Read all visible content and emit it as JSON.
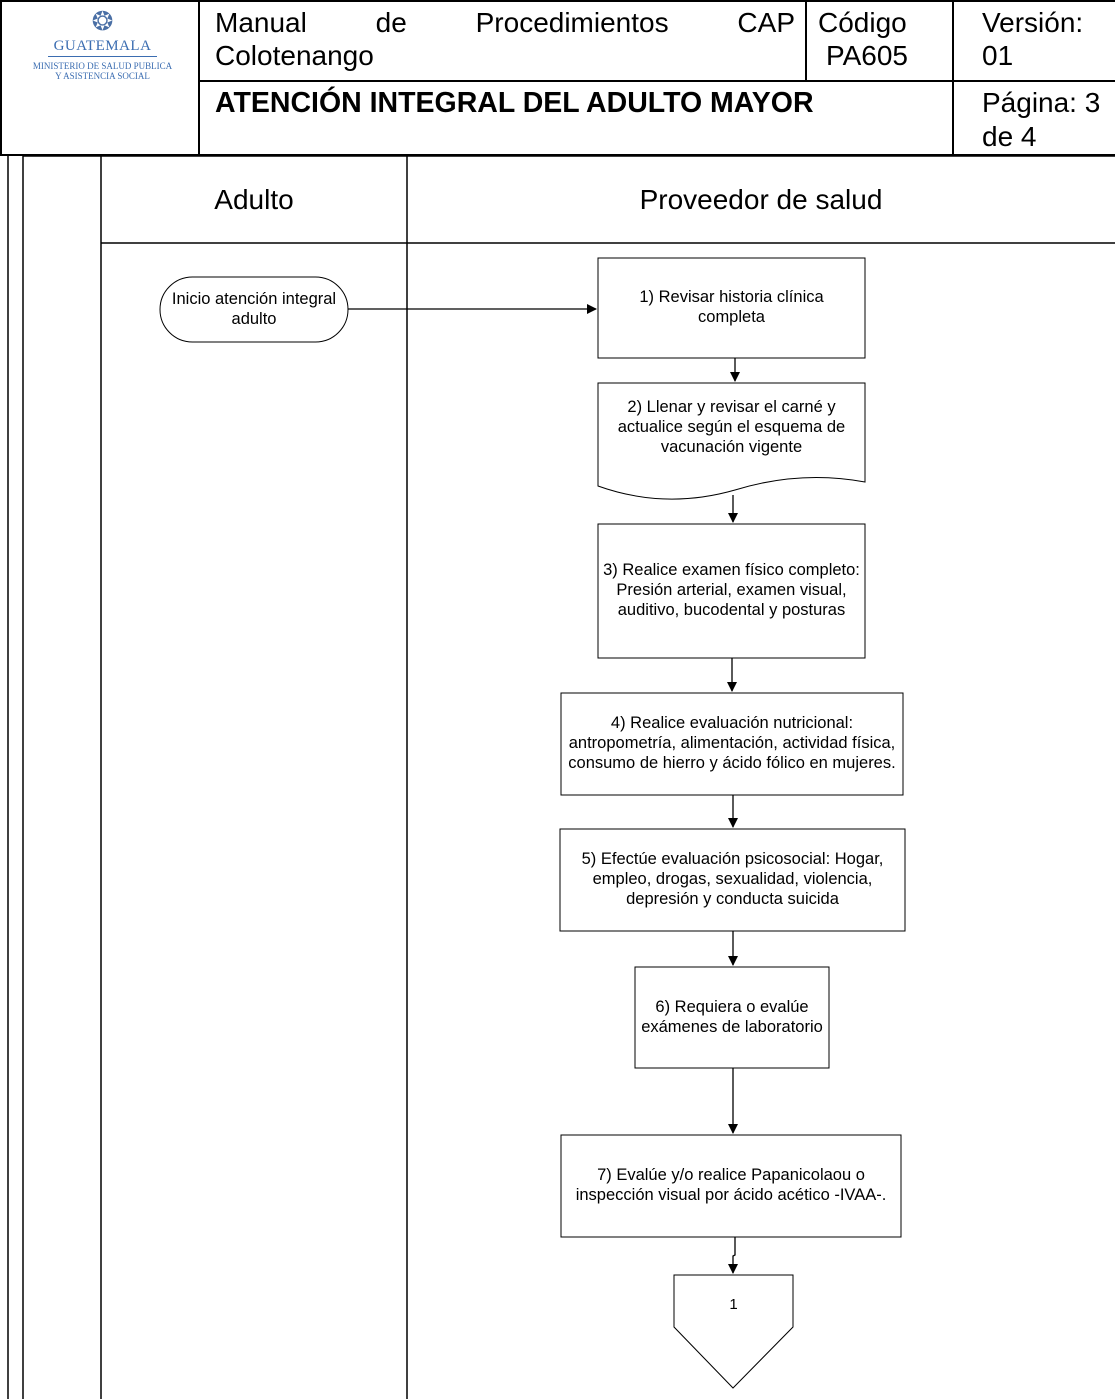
{
  "header": {
    "logo": {
      "name": "GUATEMALA",
      "subtitle_line1": "MINISTERIO DE SALUD PUBLICA",
      "subtitle_line2": "Y ASISTENCIA SOCIAL"
    },
    "manual_line1": "Manual de Procedimientos CAP",
    "manual_line2": "Colotenango",
    "codigo_label": "Código",
    "codigo_value": "PA605",
    "version_label": "Versión:",
    "version_value": "01",
    "procedure_title": "ATENCIÓN INTEGRAL DEL ADULTO MAYOR",
    "pagina_line1": "Página: 3",
    "pagina_line2": "de 4"
  },
  "lanes": {
    "adulto": "Adulto",
    "proveedor": "Proveedor de salud"
  },
  "flow": {
    "start": "Inicio atención integral adulto",
    "step1": "1) Revisar historia clínica completa",
    "step2": "2) Llenar y revisar el carné y actualice según el esquema de vacunación vigente",
    "step3": "3) Realice examen físico completo: Presión arterial, examen visual, auditivo, bucodental y posturas",
    "step4": "4) Realice evaluación nutricional: antropometría, alimentación, actividad física, consumo de hierro y ácido fólico en mujeres.",
    "step5": "5) Efectúe evaluación psicosocial: Hogar, empleo, drogas, sexualidad, violencia, depresión y conducta suicida",
    "step6": "6) Requiera o evalúe exámenes de laboratorio",
    "step7": "7) Evalúe y/o realice Papanicolaou o inspección visual por ácido acético -IVAA-.",
    "connector": "1"
  }
}
